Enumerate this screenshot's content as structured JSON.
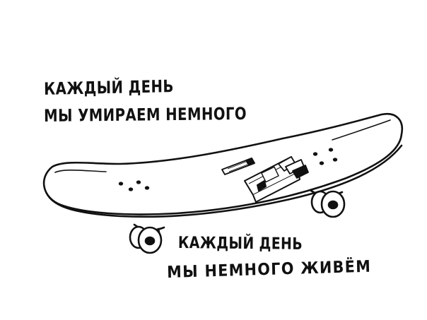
{
  "captions": {
    "top_line1": "КАЖДЫЙ ДЕНЬ",
    "top_line2": "МЫ УМИРАЕМ НЕМНОГО",
    "bottom_line1": "КАЖДЫЙ ДЕНЬ",
    "bottom_line2": "МЫ НЕМНОГО ЖИВЁМ"
  },
  "illustration": {
    "subject": "skateboard-with-cigarettes",
    "style": "hand-drawn black ink on white",
    "ink_color": "#111111",
    "background_color": "#ffffff"
  }
}
